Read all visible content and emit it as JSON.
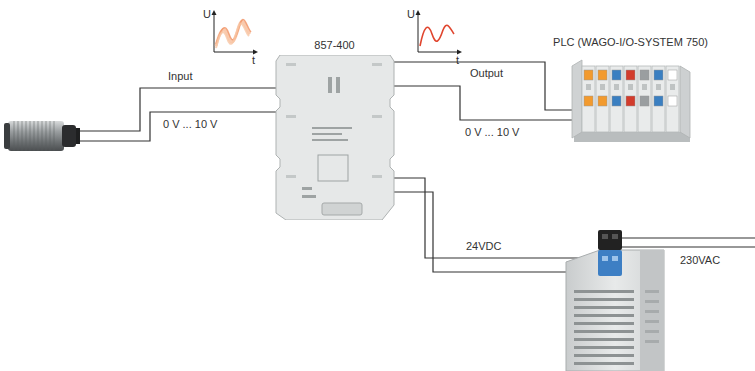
{
  "diagram": {
    "nodes": [
      {
        "text": [
          "857-400"
        ]
      },
      {
        "text": [
          "PLC (WAGO-I/O-SYSTEM 750)"
        ]
      }
    ],
    "edges": [
      {
        "from": 0,
        "to": 1,
        "arrow": "none"
      }
    ],
    "labels": [
      "U",
      "t",
      "U",
      "t",
      "Input",
      "0 V ... 10 V",
      "Output",
      "0 V ... 10 V",
      "24VDC",
      "230VAC"
    ]
  }
}
